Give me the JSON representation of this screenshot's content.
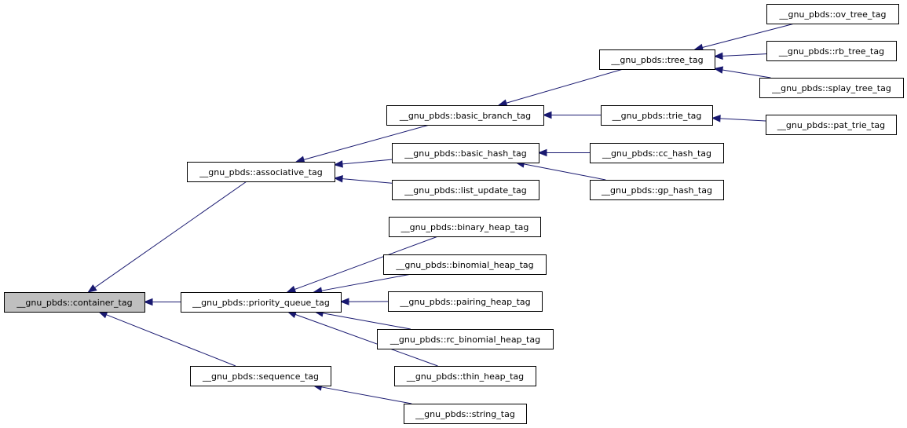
{
  "graph": {
    "colors": {
      "edge": "#191970",
      "root_fill": "#bfbfbf",
      "node_fill": "#ffffff",
      "border": "#000000"
    },
    "nodes": [
      {
        "id": "container",
        "label": "__gnu_pbds::container_tag",
        "root": true
      },
      {
        "id": "associative",
        "label": "__gnu_pbds::associative_tag"
      },
      {
        "id": "priority_queue",
        "label": "__gnu_pbds::priority_queue_tag"
      },
      {
        "id": "sequence",
        "label": "__gnu_pbds::sequence_tag"
      },
      {
        "id": "basic_branch",
        "label": "__gnu_pbds::basic_branch_tag"
      },
      {
        "id": "basic_hash",
        "label": "__gnu_pbds::basic_hash_tag"
      },
      {
        "id": "list_update",
        "label": "__gnu_pbds::list_update_tag"
      },
      {
        "id": "tree",
        "label": "__gnu_pbds::tree_tag"
      },
      {
        "id": "trie",
        "label": "__gnu_pbds::trie_tag"
      },
      {
        "id": "ov_tree",
        "label": "__gnu_pbds::ov_tree_tag"
      },
      {
        "id": "rb_tree",
        "label": "__gnu_pbds::rb_tree_tag"
      },
      {
        "id": "splay_tree",
        "label": "__gnu_pbds::splay_tree_tag"
      },
      {
        "id": "pat_trie",
        "label": "__gnu_pbds::pat_trie_tag"
      },
      {
        "id": "cc_hash",
        "label": "__gnu_pbds::cc_hash_tag"
      },
      {
        "id": "gp_hash",
        "label": "__gnu_pbds::gp_hash_tag"
      },
      {
        "id": "binary_heap",
        "label": "__gnu_pbds::binary_heap_tag"
      },
      {
        "id": "binomial_heap",
        "label": "__gnu_pbds::binomial_heap_tag"
      },
      {
        "id": "pairing_heap",
        "label": "__gnu_pbds::pairing_heap_tag"
      },
      {
        "id": "rc_binomial_heap",
        "label": "__gnu_pbds::rc_binomial_heap_tag"
      },
      {
        "id": "thin_heap",
        "label": "__gnu_pbds::thin_heap_tag"
      },
      {
        "id": "string",
        "label": "__gnu_pbds::string_tag"
      }
    ],
    "edges": [
      {
        "from": "associative",
        "to": "container"
      },
      {
        "from": "priority_queue",
        "to": "container"
      },
      {
        "from": "sequence",
        "to": "container"
      },
      {
        "from": "basic_branch",
        "to": "associative"
      },
      {
        "from": "basic_hash",
        "to": "associative"
      },
      {
        "from": "list_update",
        "to": "associative"
      },
      {
        "from": "tree",
        "to": "basic_branch"
      },
      {
        "from": "trie",
        "to": "basic_branch"
      },
      {
        "from": "ov_tree",
        "to": "tree"
      },
      {
        "from": "rb_tree",
        "to": "tree"
      },
      {
        "from": "splay_tree",
        "to": "tree"
      },
      {
        "from": "pat_trie",
        "to": "trie"
      },
      {
        "from": "cc_hash",
        "to": "basic_hash"
      },
      {
        "from": "gp_hash",
        "to": "basic_hash"
      },
      {
        "from": "binary_heap",
        "to": "priority_queue"
      },
      {
        "from": "binomial_heap",
        "to": "priority_queue"
      },
      {
        "from": "pairing_heap",
        "to": "priority_queue"
      },
      {
        "from": "rc_binomial_heap",
        "to": "priority_queue"
      },
      {
        "from": "thin_heap",
        "to": "priority_queue"
      },
      {
        "from": "string",
        "to": "sequence"
      }
    ]
  }
}
